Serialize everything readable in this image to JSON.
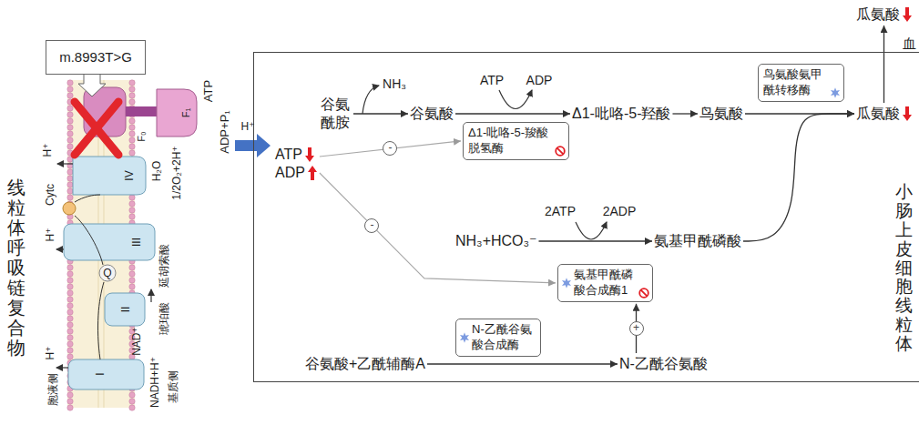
{
  "diagram": {
    "nodes": [
      {
        "text": [
          "m.8993T>G"
        ]
      },
      {
        "text": [
          "瓜氨酸"
        ]
      },
      {
        "text": [
          "小肠上皮细胞线粒体"
        ]
      },
      {
        "text": [
          "ATP",
          "ADP"
        ],
        "in": 2
      },
      {
        "text": [
          "谷氨酰胺"
        ],
        "in": 2
      },
      {
        "text": [
          "谷氨酸"
        ],
        "in": 2
      },
      {
        "text": [
          "Δ1-吡咯-5-羟酸"
        ],
        "in": 2
      },
      {
        "text": [
          "鸟氨酸"
        ],
        "in": 2
      },
      {
        "text": [
          "鸟氨酸氨甲酰转移酶"
        ],
        "in": 2
      },
      {
        "text": [
          "瓜氨酸"
        ],
        "in": 2
      },
      {
        "text": [
          "Δ1-吡咯-5-羧酸脱氢酶"
        ],
        "in": 2
      },
      {
        "text": [
          "NH₃+HCO₃⁻"
        ],
        "in": 2
      },
      {
        "text": [
          "氨基甲酰磷酸"
        ],
        "in": 2
      },
      {
        "text": [
          "氨基甲酰磷酸合成酶1"
        ],
        "in": 2
      },
      {
        "text": [
          "N-乙酰谷氨酸合成酶"
        ],
        "in": 2
      },
      {
        "text": [
          "谷氨酸+乙酰辅酶A"
        ],
        "in": 2
      },
      {
        "text": [
          "N-乙酰谷氨酸"
        ],
        "in": 2
      }
    ],
    "edges": [
      {
        "from": 4,
        "to": 5,
        "arrow": "to"
      },
      {
        "from": 5,
        "to": 6,
        "arrow": "to"
      },
      {
        "from": 6,
        "to": 7,
        "arrow": "to"
      },
      {
        "from": 7,
        "to": 9,
        "arrow": "to"
      },
      {
        "from": 9,
        "to": 1,
        "arrow": "to"
      },
      {
        "from": 11,
        "to": 12,
        "arrow": "to"
      },
      {
        "from": 12,
        "to": 9,
        "arrow": "to"
      },
      {
        "from": 15,
        "to": 16,
        "arrow": "to"
      },
      {
        "from": 16,
        "to": 13,
        "arrow": "to",
        "label": "+"
      },
      {
        "from": 3,
        "to": 10,
        "arrow": "to",
        "label": "-"
      },
      {
        "from": 3,
        "to": 13,
        "arrow": "to",
        "label": "-"
      }
    ],
    "labels": [
      "线粒体呼吸链复合物",
      "H⁺",
      "Cytc",
      "H⁺",
      "IV",
      "H₂O",
      "1/2O₂+2H⁺",
      "III",
      "Q",
      "延胡索酸",
      "琥珀酸",
      "II",
      "H⁺",
      "I",
      "NAD⁺",
      "NADH+H⁺",
      "胞液侧",
      "基质侧",
      "F₀",
      "F₁",
      "ATP",
      "ADP+P₁",
      "H⁺",
      "NH₃",
      "ATP",
      "ADP",
      "2ATP",
      "2ADP",
      "血"
    ]
  }
}
